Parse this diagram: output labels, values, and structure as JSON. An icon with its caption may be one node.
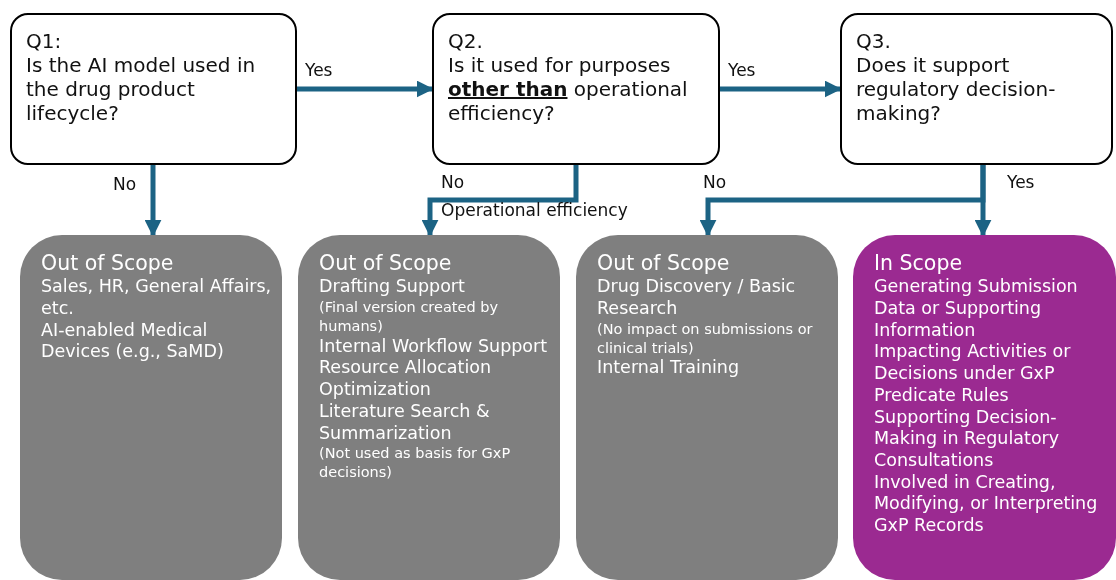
{
  "diagram": {
    "nodes": [
      {
        "text": [
          "Q1:",
          "Is the AI model used in the drug product lifecycle?"
        ]
      },
      {
        "text": [
          "Q2.",
          "Is it used for purposes **other than** operational efficiency?"
        ]
      },
      {
        "text": [
          "Q3.",
          "Does it support regulatory decision-making?"
        ]
      },
      {
        "text": [
          "Out of Scope",
          "Sales, HR, General Affairs, etc.",
          "AI-enabled Medical Devices (e.g., SaMD)"
        ]
      },
      {
        "text": [
          "Out of Scope",
          "Drafting Support",
          "(Final version created by humans)",
          "Internal Workflow Support",
          "Resource Allocation Optimization",
          "Literature Search & Summarization",
          "(Not used as basis for GxP decisions)"
        ]
      },
      {
        "text": [
          "Out of Scope",
          "Drug Discovery / Basic Research",
          "(No impact on submissions or clinical trials)",
          "Internal Training"
        ]
      },
      {
        "text": [
          "In Scope",
          "Generating Submission Data or Supporting Information",
          "Impacting Activities or Decisions under GxP Predicate Rules",
          "Supporting Decision-Making in Regulatory Consultations",
          "Involved in Creating, Modifying, or Interpreting GxP Records"
        ]
      }
    ],
    "edges": [
      {
        "from": 0,
        "to": 1,
        "arrow": "to",
        "label": "Yes"
      },
      {
        "from": 1,
        "to": 2,
        "arrow": "to",
        "label": "Yes"
      },
      {
        "from": 0,
        "to": 3,
        "arrow": "to",
        "label": "No"
      },
      {
        "from": 1,
        "to": 4,
        "arrow": "to",
        "label": "No"
      },
      {
        "from": 2,
        "to": 5,
        "arrow": "to",
        "label": "No"
      },
      {
        "from": 2,
        "to": 6,
        "arrow": "to",
        "label": "Yes"
      }
    ],
    "labels": [
      "Operational efficiency"
    ]
  }
}
